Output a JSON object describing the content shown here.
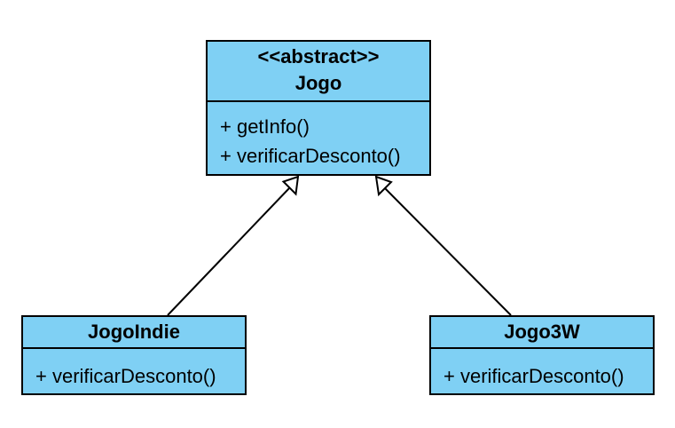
{
  "diagram": {
    "type": "uml-class-diagram",
    "classes": [
      {
        "id": "jogo",
        "stereotype": "<<abstract>>",
        "name": "Jogo",
        "methods": [
          "+ getInfo()",
          "+ verificarDesconto()"
        ]
      },
      {
        "id": "jogoindie",
        "name": "JogoIndie",
        "methods": [
          "+ verificarDesconto()"
        ]
      },
      {
        "id": "jogo3w",
        "name": "Jogo3W",
        "methods": [
          "+ verificarDesconto()"
        ]
      }
    ],
    "relations": [
      {
        "type": "generalization",
        "from": "JogoIndie",
        "to": "Jogo"
      },
      {
        "type": "generalization",
        "from": "Jogo3W",
        "to": "Jogo"
      }
    ],
    "colors": {
      "class_fill": "#7fd0f4",
      "stroke": "#000000",
      "background": "#ffffff"
    }
  }
}
